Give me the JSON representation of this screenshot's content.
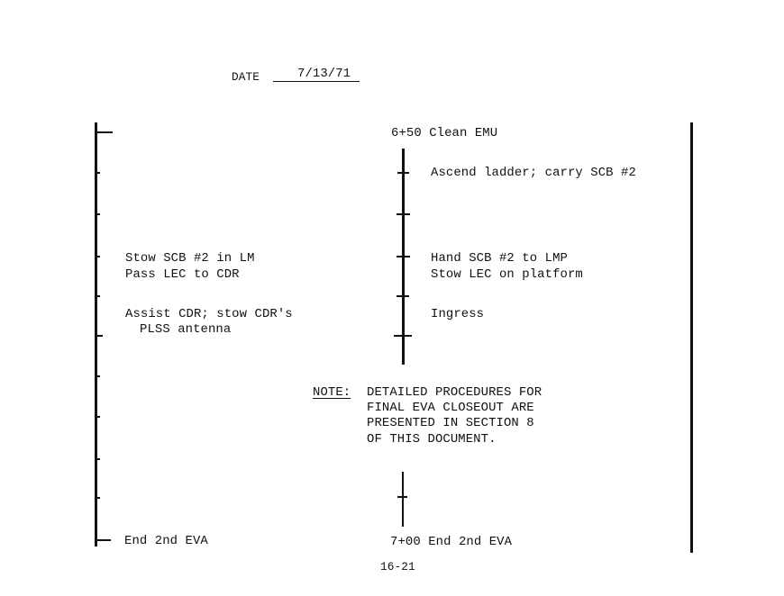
{
  "header": {
    "date_label": "DATE",
    "date_value": "7/13/71"
  },
  "left_column": {
    "items": [
      {
        "line1": "Stow SCB #2 in LM",
        "line2": "Pass LEC to CDR"
      },
      {
        "line1": "Assist CDR; stow CDR's",
        "line2": "PLSS antenna"
      }
    ],
    "end": "End 2nd EVA"
  },
  "right_column": {
    "start": "6+50 Clean EMU",
    "items": [
      {
        "line1": "Ascend ladder; carry SCB #2"
      },
      {
        "line1": "Hand SCB #2 to LMP",
        "line2": "Stow LEC on platform"
      },
      {
        "line1": "Ingress"
      }
    ],
    "end": "7+00 End 2nd EVA"
  },
  "note": {
    "label": "NOTE:",
    "lines": [
      "DETAILED PROCEDURES FOR",
      "FINAL EVA CLOSEOUT ARE",
      "PRESENTED IN SECTION 8",
      "OF THIS DOCUMENT."
    ]
  },
  "footer": {
    "page_number": "16-21"
  }
}
